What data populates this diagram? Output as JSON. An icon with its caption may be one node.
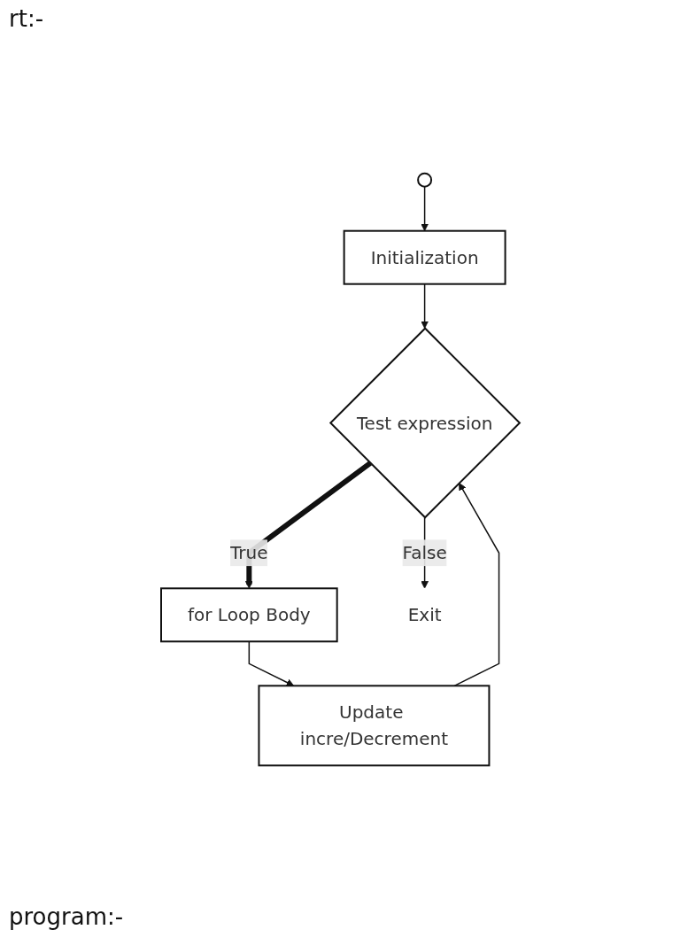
{
  "diagram": {
    "nodes": [
      {
        "text": [],
        "shape": "circle"
      },
      {
        "text": [
          "Initialization"
        ]
      },
      {
        "text": [
          "Test expression"
        ]
      },
      {
        "text": [
          "for Loop Body"
        ]
      },
      {
        "text": [
          "Update incre/Decrement"
        ]
      },
      {
        "text": [
          "Exit"
        ]
      }
    ],
    "edges": [
      {
        "from": 0,
        "to": 1,
        "arrow": "to"
      },
      {
        "from": 1,
        "to": 2,
        "arrow": "to"
      },
      {
        "from": 2,
        "to": 3,
        "arrow": "to",
        "label": "True",
        "style": "thick"
      },
      {
        "from": 3,
        "to": 4,
        "arrow": "to"
      },
      {
        "from": 4,
        "to": 2,
        "arrow": "to"
      },
      {
        "from": 2,
        "to": 5,
        "arrow": "to",
        "label": "False"
      }
    ],
    "labels": [
      "rt:-",
      "program:-"
    ]
  }
}
